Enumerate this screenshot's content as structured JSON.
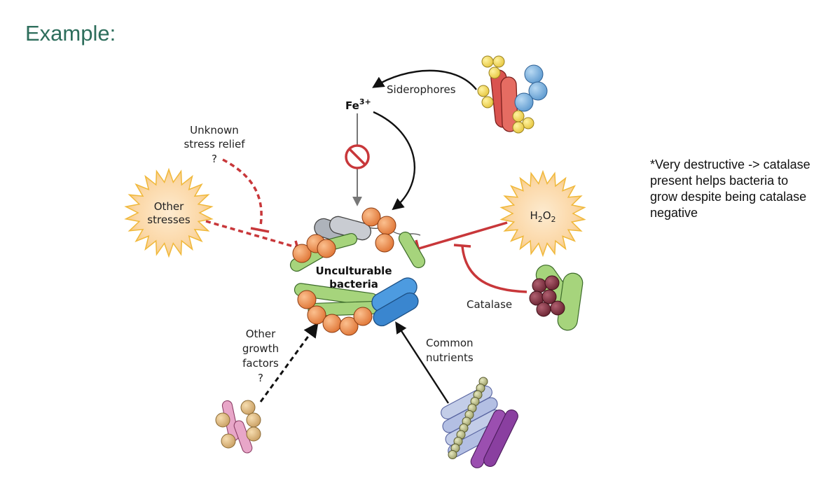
{
  "slide": {
    "title": "Example:",
    "note": "*Very destructive -> catalase present helps bacteria to grow despite being catalase negative"
  },
  "diagram": {
    "center_label": [
      "Unculturable",
      "bacteria"
    ],
    "iron": {
      "base": "Fe",
      "sup": "3+"
    },
    "siderophores": "Siderophores",
    "unknown": [
      "Unknown",
      "stress relief",
      "?"
    ],
    "other_stresses": [
      "Other",
      "stresses"
    ],
    "h2o2": {
      "h": "H",
      "s1": "2",
      "o": "O",
      "s2": "2"
    },
    "catalase": "Catalase",
    "growth": [
      "Other",
      "growth",
      "factors",
      "?"
    ],
    "nutrients": [
      "Common",
      "nutrients"
    ]
  },
  "colors": {
    "title": "#2e6e5c",
    "inhibit_red": "#c8373a",
    "arrow_black": "#111111",
    "burst_fill": "#fbe3a6",
    "burst_stroke": "#f0c24a",
    "orange_cell": "#ec8a4a",
    "green_rod": "#8cc46a",
    "blue_rod": "#3f8fd6",
    "red_rod": "#d9534f",
    "yellow_cell": "#f2dc5c",
    "maroon_cell": "#7a2f3c"
  }
}
